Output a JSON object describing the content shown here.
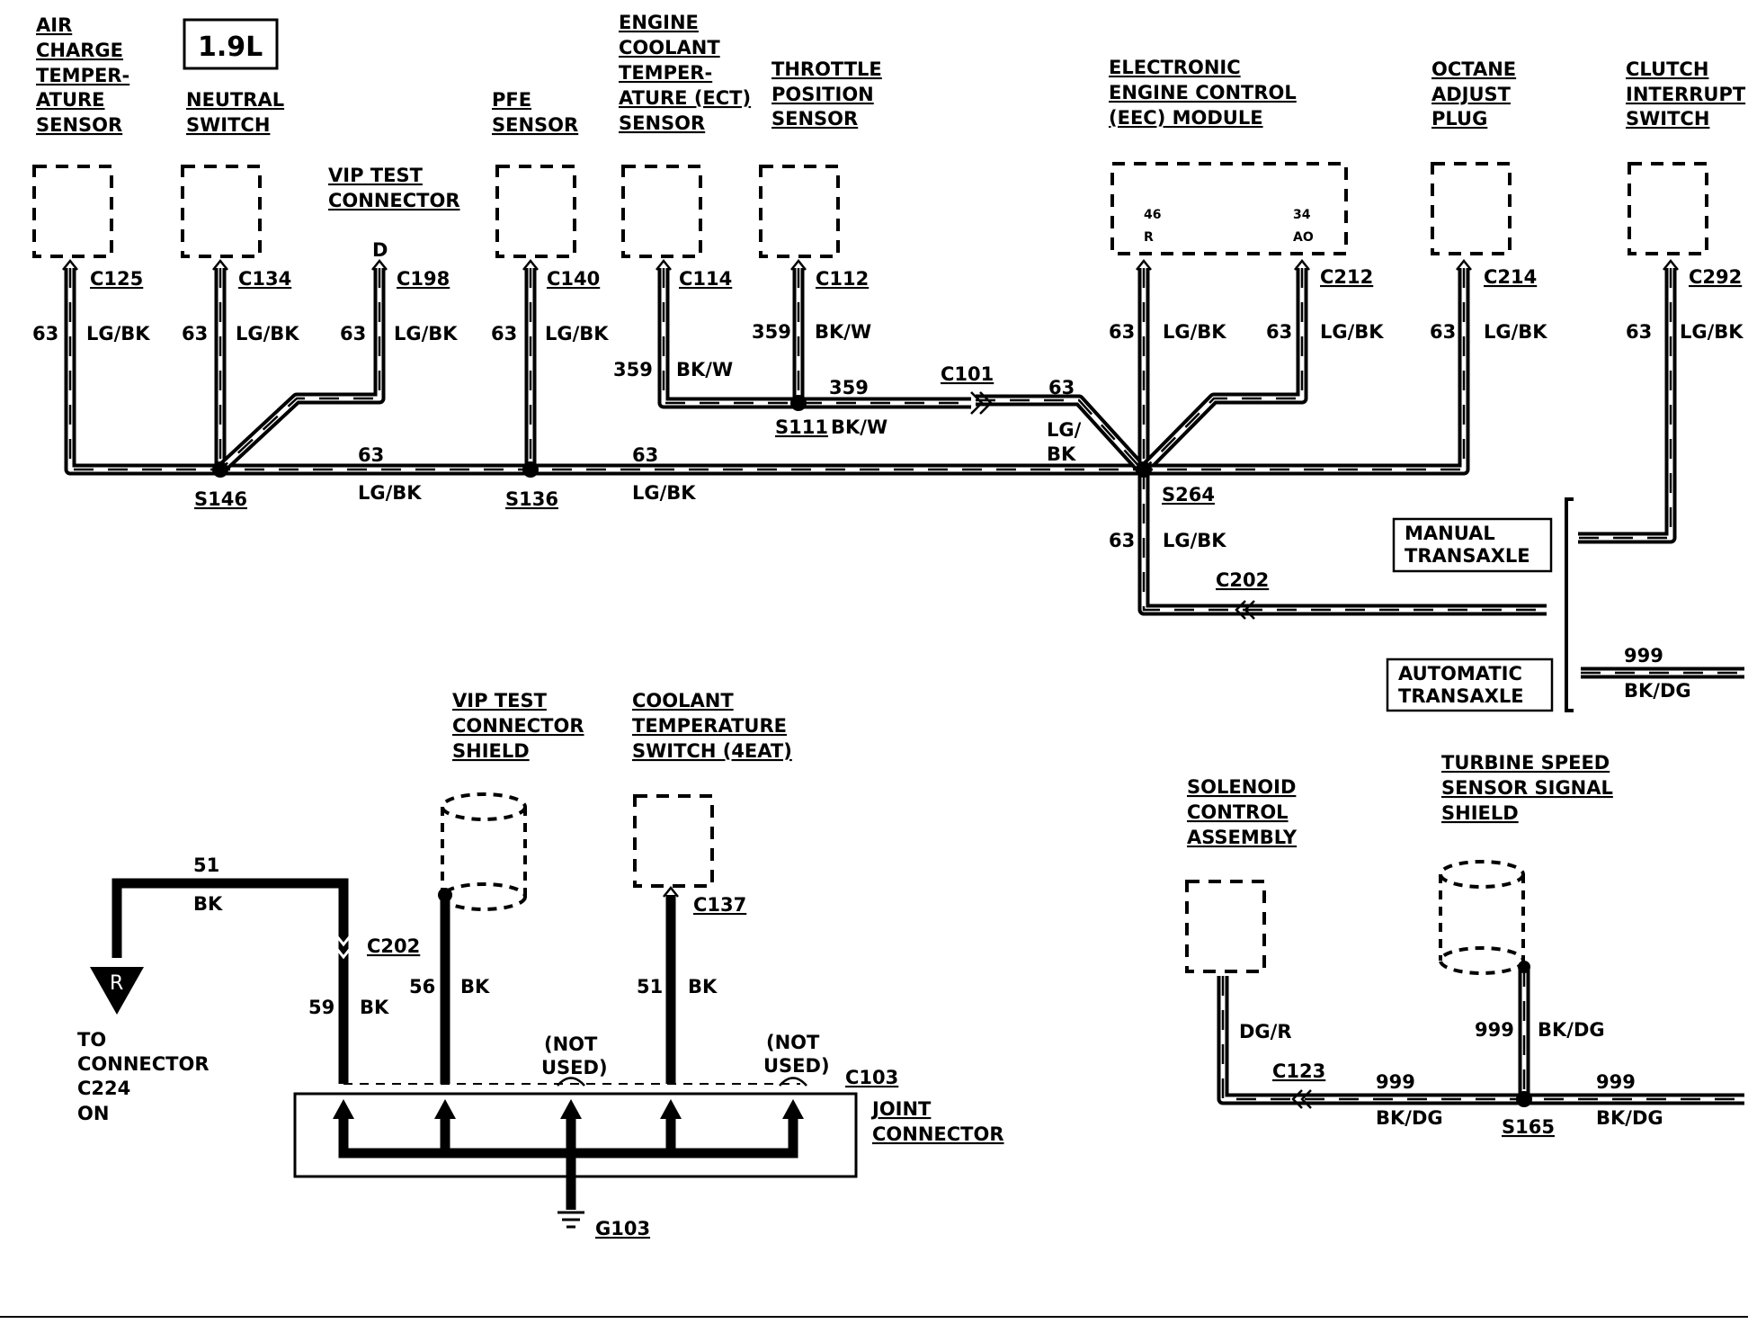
{
  "engine_badge": "1.9L",
  "components": {
    "air_charge": [
      "AIR",
      "CHARGE",
      "TEMPER-",
      "ATURE",
      "SENSOR"
    ],
    "neutral_switch": [
      "NEUTRAL",
      "SWITCH"
    ],
    "vip_test_connector": [
      "VIP TEST",
      "CONNECTOR"
    ],
    "pfe_sensor": [
      "PFE",
      "SENSOR"
    ],
    "ect_sensor": [
      "ENGINE",
      "COOLANT",
      "TEMPER-",
      "ATURE (ECT)",
      "SENSOR"
    ],
    "throttle_position": [
      "THROTTLE",
      "POSITION",
      "SENSOR"
    ],
    "eec_module": [
      "ELECTRONIC",
      "ENGINE CONTROL",
      "(EEC)  MODULE"
    ],
    "octane_adjust": [
      "OCTANE",
      "ADJUST",
      "PLUG"
    ],
    "clutch_interrupt": [
      "CLUTCH",
      "INTERRUPT",
      "SWITCH"
    ],
    "manual_transaxle": [
      "MANUAL",
      "TRANSAXLE"
    ],
    "automatic_transaxle": [
      "AUTOMATIC",
      "TRANSAXLE"
    ],
    "vip_shield": [
      "VIP TEST",
      "CONNECTOR",
      "SHIELD"
    ],
    "coolant_temp_switch": [
      "COOLANT",
      "TEMPERATURE",
      "SWITCH  (4EAT)"
    ],
    "solenoid_control": [
      "SOLENOID",
      "CONTROL",
      "ASSEMBLY"
    ],
    "turbine_speed": [
      "TURBINE SPEED",
      "SENSOR SIGNAL",
      "SHIELD"
    ],
    "joint_connector": [
      "JOINT",
      "CONNECTOR"
    ],
    "to_connector": [
      "TO",
      "CONNECTOR",
      "C224",
      "ON"
    ]
  },
  "eec_pins": {
    "pin46": "46",
    "pin46_color": "R",
    "pin34": "34",
    "pin34_color": "AO"
  },
  "connectors": {
    "c125": "C125",
    "c134": "C134",
    "c198": "C198",
    "c198_pin": "D",
    "c140": "C140",
    "c114": "C114",
    "c112": "C112",
    "c212": "C212",
    "c214": "C214",
    "c292": "C292",
    "c101": "C101",
    "c202_top": "C202",
    "c202_bottom": "C202",
    "c137": "C137",
    "c103": "C103",
    "c123": "C123",
    "g103": "G103"
  },
  "splices": {
    "s146": "S146",
    "s136": "S136",
    "s111": "S111",
    "s264": "S264",
    "s165": "S165"
  },
  "ground_ref": "R",
  "circuits": {
    "c63": "63",
    "lgbk": "LG/BK",
    "c359": "359",
    "bkw": "BK/W",
    "lg_slash": "LG/",
    "bk": "BK",
    "c999": "999",
    "bkdg": "BK/DG",
    "c51": "51",
    "c59": "59",
    "c56": "56",
    "dgr": "DG/R"
  },
  "not_used": [
    "(NOT",
    "USED)"
  ]
}
